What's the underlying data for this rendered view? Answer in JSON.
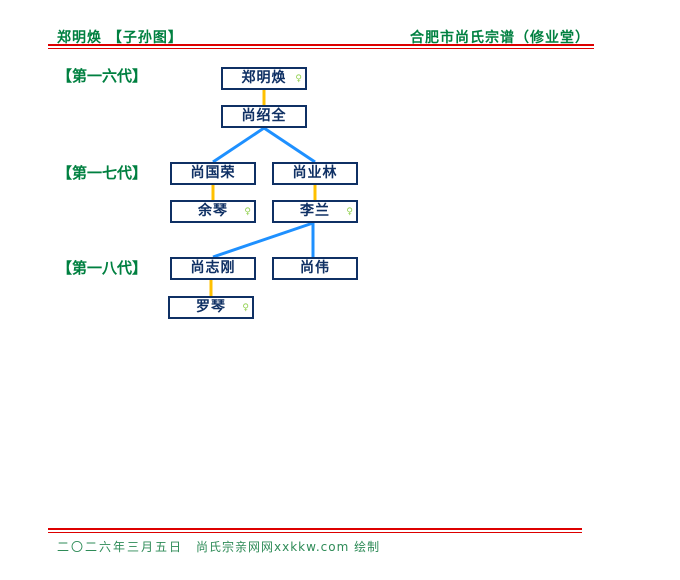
{
  "header": {
    "left_title": "郑明焕 【子孙图】",
    "right_title": "合肥市尚氏宗谱（修业堂）"
  },
  "generation_labels": [
    "【第一六代】",
    "【第一七代】",
    "【第一八代】"
  ],
  "tree": {
    "nodes": [
      {
        "name": "郑明焕",
        "gender_marker": "♀"
      },
      {
        "name": "尚绍全"
      },
      {
        "name": "尚国荣"
      },
      {
        "name": "尚业林"
      },
      {
        "name": "余琴",
        "gender_marker": "♀"
      },
      {
        "name": "李兰",
        "gender_marker": "♀"
      },
      {
        "name": "尚志刚"
      },
      {
        "name": "尚伟"
      },
      {
        "name": "罗琴",
        "gender_marker": "♀"
      }
    ],
    "edges": [
      {
        "from": "郑明焕",
        "to": "尚绍全",
        "type": "couple-link"
      },
      {
        "from": "尚绍全",
        "to": "尚国荣",
        "type": "child-link"
      },
      {
        "from": "尚绍全",
        "to": "尚业林",
        "type": "child-link"
      },
      {
        "from": "尚国荣",
        "to": "余琴",
        "type": "couple-link"
      },
      {
        "from": "尚业林",
        "to": "李兰",
        "type": "couple-link"
      },
      {
        "from": "李兰",
        "to": "尚志刚",
        "type": "child-link"
      },
      {
        "from": "李兰",
        "to": "尚伟",
        "type": "child-link"
      },
      {
        "from": "尚志刚",
        "to": "罗琴",
        "type": "couple-link"
      }
    ]
  },
  "footer": {
    "date": "二〇二六年三月五日",
    "credit": "尚氏宗亲网网xxkkw.com 绘制"
  },
  "colors": {
    "title_green": "#008040",
    "rule_red": "#dd0000",
    "box_navy": "#0f3064",
    "couple_line_yellow": "#ffc000",
    "child_line_blue": "#1e90ff",
    "female_marker_green": "#92d050",
    "footer_green": "#2e8b57"
  }
}
